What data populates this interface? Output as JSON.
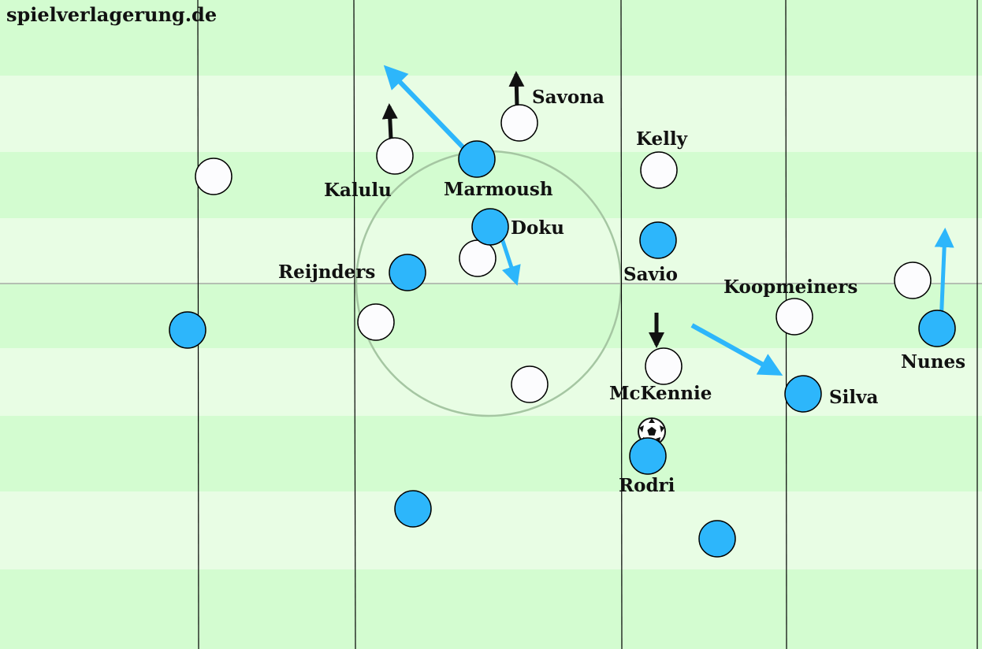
{
  "watermark": "spielverlagerung.de",
  "colors": {
    "stripe_dark": "#d3fcd0",
    "stripe_light": "#e8fde4",
    "team_blue": "#2db6fb",
    "team_white": "#fcfcfe",
    "arrow_blue": "#2db6fb",
    "arrow_black": "#111111",
    "circle_line": "#a5c6a2",
    "pitch_line": "#000000"
  },
  "labels": {
    "savona": "Savona",
    "kelly": "Kelly",
    "kalulu": "Kalulu",
    "marmoush": "Marmoush",
    "doku": "Doku",
    "reijnders": "Reijnders",
    "savio": "Savio",
    "koopmeiners": "Koopmeiners",
    "nunes": "Nunes",
    "mckennie": "McKennie",
    "silva": "Silva",
    "rodri": "Rodri"
  },
  "icons": {
    "ball": "soccer-ball-icon"
  }
}
